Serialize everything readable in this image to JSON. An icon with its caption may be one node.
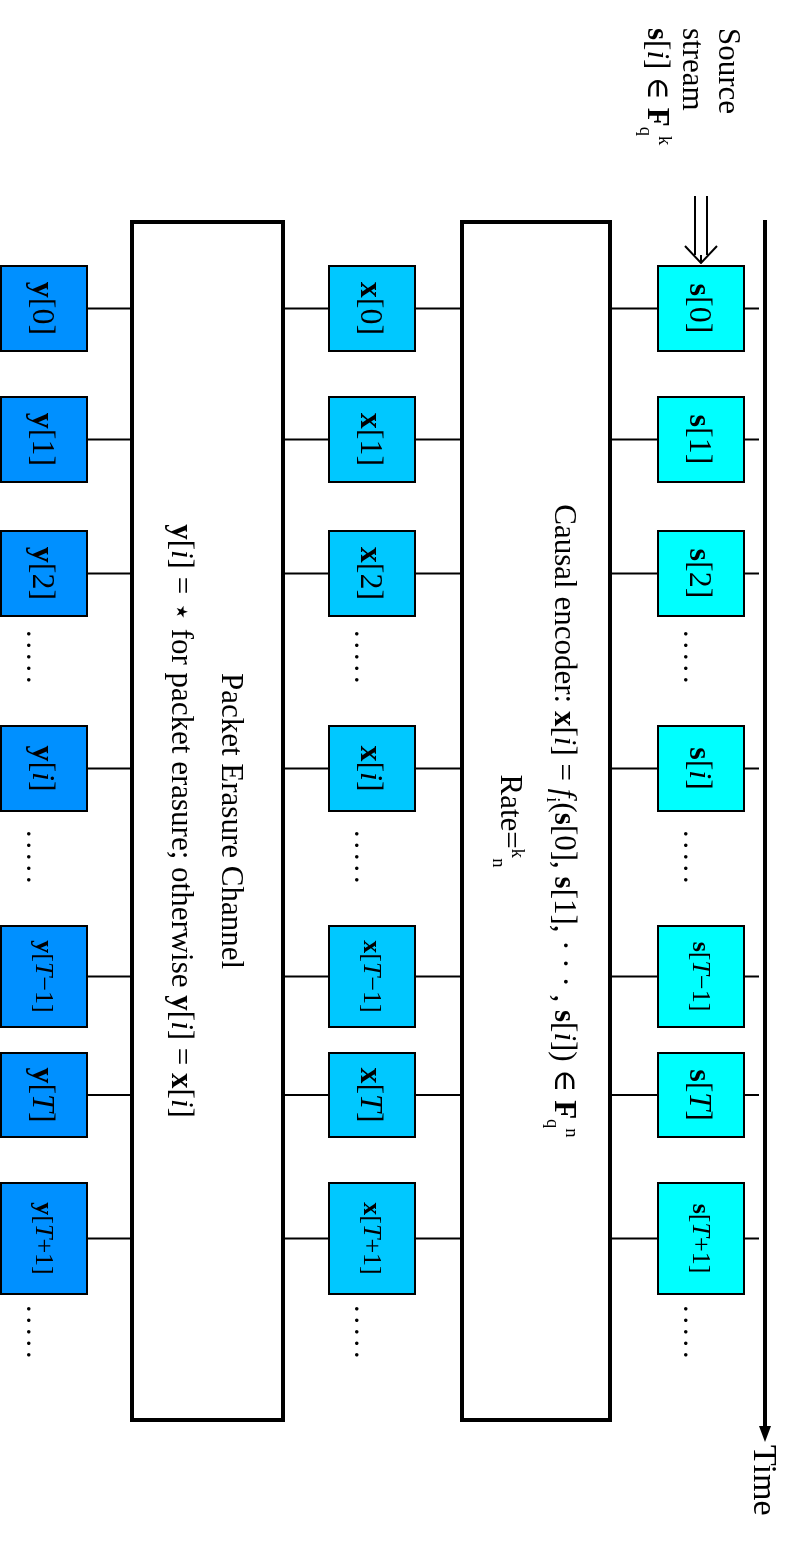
{
  "diagram": {
    "nodes": [
      {
        "text": [
          "Source stream",
          "**s**[*i*] ∈ **F**$_{q}$$^{k}$"
        ]
      },
      {
        "text": [
          "**s**[0]"
        ]
      },
      {
        "text": [
          "**s**[1]"
        ]
      },
      {
        "text": [
          "**s**[2]"
        ]
      },
      {
        "text": [
          "**s**[*i*]"
        ]
      },
      {
        "text": [
          "**s**[*T*−1]"
        ]
      },
      {
        "text": [
          "**s**[*T*]"
        ]
      },
      {
        "text": [
          "**s**[*T*+1]"
        ]
      },
      {
        "text": [
          "Causal encoder: **x**[*i*] = *f*$_{i}$(**s**[0], **s**[1], · · · , **s**[*i*]) ∈ **F**$_{q}$$^{n}$",
          "Rate=$^{k}$$_{n}$"
        ]
      },
      {
        "text": [
          "**x**[0]"
        ]
      },
      {
        "text": [
          "**x**[1]"
        ]
      },
      {
        "text": [
          "**x**[2]"
        ]
      },
      {
        "text": [
          "**x**[*i*]"
        ]
      },
      {
        "text": [
          "**x**[*T*−1]"
        ]
      },
      {
        "text": [
          "**x**[*T*]"
        ]
      },
      {
        "text": [
          "**x**[*T*+1]"
        ]
      },
      {
        "text": [
          "Packet Erasure Channel",
          "**y**[*i*] = ⋆ for packet erasure; otherwise **y**[*i*] = **x**[*i*]"
        ]
      },
      {
        "text": [
          "**y**[0]"
        ]
      },
      {
        "text": [
          "**y**[1]"
        ]
      },
      {
        "text": [
          "**y**[2]"
        ]
      },
      {
        "text": [
          "**y**[*i*]"
        ]
      },
      {
        "text": [
          "**y**[*T*−1]"
        ]
      },
      {
        "text": [
          "**y**[*T*]"
        ]
      },
      {
        "text": [
          "**y**[*T*+1]"
        ]
      },
      {
        "text": [],
        "shape": "bar",
        "beside": [
          "Time"
        ]
      }
    ],
    "edges": [
      {
        "from": 0,
        "to": 1,
        "arrow": "to"
      },
      {
        "from": 1,
        "to": 8,
        "arrow": "none"
      },
      {
        "from": 2,
        "to": 8,
        "arrow": "none"
      },
      {
        "from": 3,
        "to": 8,
        "arrow": "none"
      },
      {
        "from": 4,
        "to": 8,
        "arrow": "none"
      },
      {
        "from": 5,
        "to": 8,
        "arrow": "none"
      },
      {
        "from": 6,
        "to": 8,
        "arrow": "none"
      },
      {
        "from": 7,
        "to": 8,
        "arrow": "none"
      },
      {
        "from": 8,
        "to": 9,
        "arrow": "none"
      },
      {
        "from": 8,
        "to": 10,
        "arrow": "none"
      },
      {
        "from": 8,
        "to": 11,
        "arrow": "none"
      },
      {
        "from": 8,
        "to": 12,
        "arrow": "none"
      },
      {
        "from": 8,
        "to": 13,
        "arrow": "none"
      },
      {
        "from": 8,
        "to": 14,
        "arrow": "none"
      },
      {
        "from": 8,
        "to": 15,
        "arrow": "none"
      },
      {
        "from": 9,
        "to": 16,
        "arrow": "none"
      },
      {
        "from": 10,
        "to": 16,
        "arrow": "none"
      },
      {
        "from": 11,
        "to": 16,
        "arrow": "none"
      },
      {
        "from": 12,
        "to": 16,
        "arrow": "none"
      },
      {
        "from": 13,
        "to": 16,
        "arrow": "none"
      },
      {
        "from": 14,
        "to": 16,
        "arrow": "none"
      },
      {
        "from": 15,
        "to": 16,
        "arrow": "none"
      },
      {
        "from": 16,
        "to": 17,
        "arrow": "none"
      },
      {
        "from": 16,
        "to": 18,
        "arrow": "none"
      },
      {
        "from": 16,
        "to": 19,
        "arrow": "none"
      },
      {
        "from": 16,
        "to": 20,
        "arrow": "none"
      },
      {
        "from": 16,
        "to": 21,
        "arrow": "none"
      },
      {
        "from": 16,
        "to": 22,
        "arrow": "none"
      },
      {
        "from": 16,
        "to": 23,
        "arrow": "none"
      },
      {
        "from": 1,
        "to": 24,
        "arrow": "none"
      },
      {
        "from": 2,
        "to": 24,
        "arrow": "none"
      },
      {
        "from": 3,
        "to": 24,
        "arrow": "none"
      },
      {
        "from": 4,
        "to": 24,
        "arrow": "none"
      },
      {
        "from": 5,
        "to": 24,
        "arrow": "none"
      },
      {
        "from": 6,
        "to": 24,
        "arrow": "none"
      },
      {
        "from": 7,
        "to": 24,
        "arrow": "none"
      }
    ],
    "labels": [
      ".....",
      ".....",
      ".....",
      ".....",
      ".....",
      ".....",
      ".....",
      ".....",
      "....."
    ]
  }
}
